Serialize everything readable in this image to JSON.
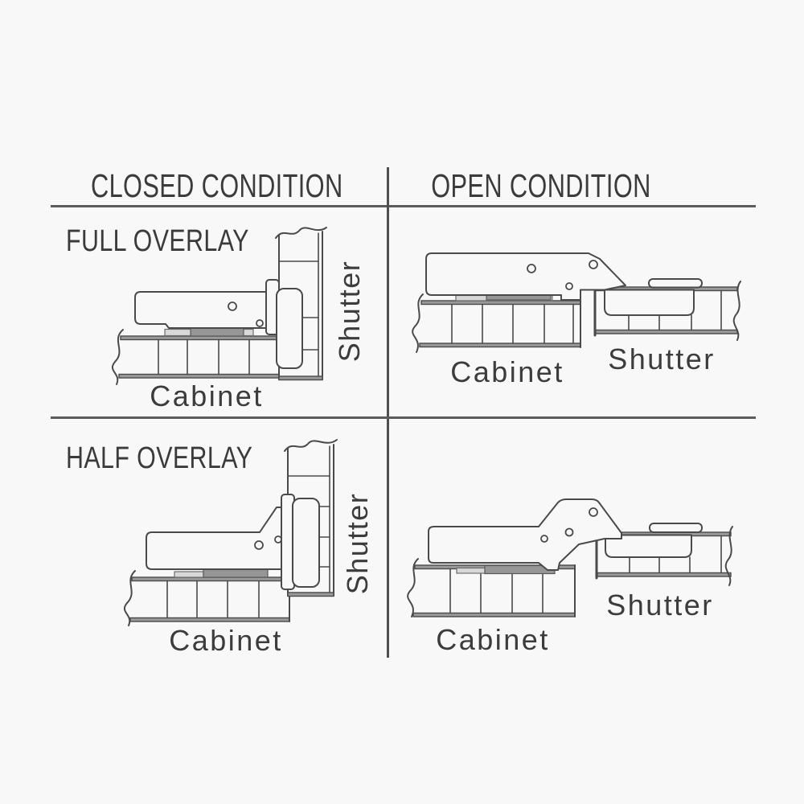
{
  "colors": {
    "background": "#f8f8f8",
    "line": "#4a4a4a",
    "text": "#3b3b3b",
    "divider": "#5c5c5c",
    "mounting_plate_dark": "#969696",
    "mounting_plate_light": "#d8d8d8",
    "panel_edge_band": "#9a9a9a"
  },
  "headers": {
    "closed": "CLOSED CONDITION",
    "open": "OPEN CONDITION"
  },
  "cells": {
    "full_closed": {
      "overlay_label": "FULL OVERLAY",
      "cabinet": "Cabinet",
      "shutter": "Shutter"
    },
    "full_open": {
      "cabinet": "Cabinet",
      "shutter": "Shutter"
    },
    "half_closed": {
      "overlay_label": "HALF OVERLAY",
      "cabinet": "Cabinet",
      "shutter": "Shutter"
    },
    "half_open": {
      "cabinet": "Cabinet",
      "shutter": "Shutter"
    }
  }
}
